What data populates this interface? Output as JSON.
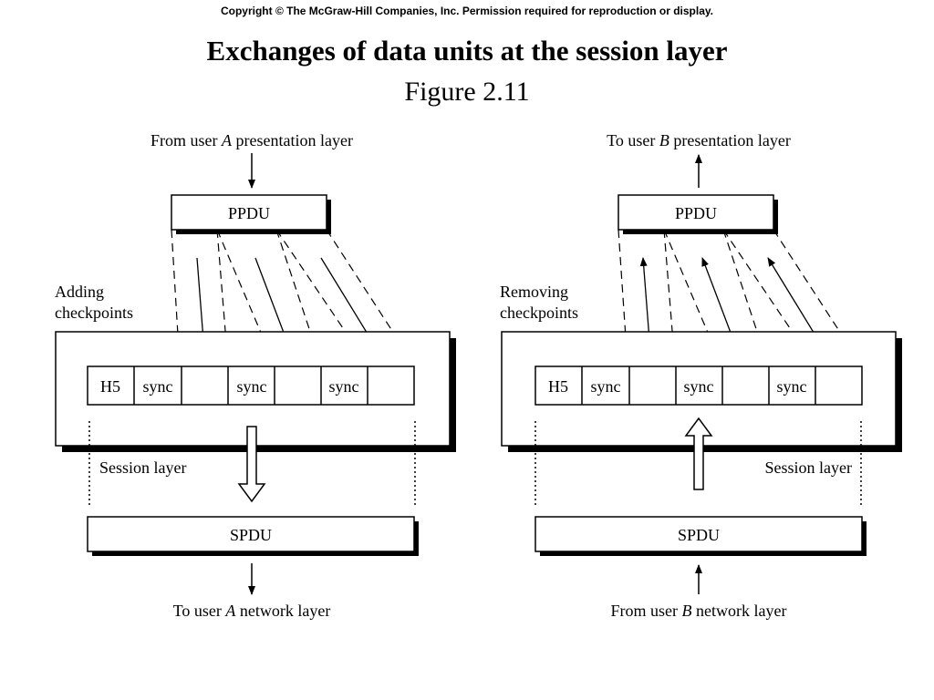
{
  "header": {
    "copyright": "Copyright © The McGraw-Hill Companies, Inc. Permission required for reproduction or display.",
    "title": "Exchanges of data units at the session layer",
    "figure": "Figure 2.11"
  },
  "left": {
    "top_label": {
      "pre": "From user ",
      "user": "A",
      "post": " presentation layer"
    },
    "ppdu": "PPDU",
    "side_label": [
      "Adding",
      "checkpoints"
    ],
    "cells": [
      "H5",
      "sync",
      "",
      "sync",
      "",
      "sync",
      ""
    ],
    "session_label": "Session layer",
    "spdu": "SPDU",
    "bottom_label": {
      "pre": "To user ",
      "user": "A",
      "post": " network layer"
    }
  },
  "right": {
    "top_label": {
      "pre": "To user ",
      "user": "B",
      "post": " presentation layer"
    },
    "ppdu": "PPDU",
    "side_label": [
      "Removing",
      "checkpoints"
    ],
    "cells": [
      "H5",
      "sync",
      "",
      "sync",
      "",
      "sync",
      ""
    ],
    "session_label": "Session layer",
    "spdu": "SPDU",
    "bottom_label": {
      "pre": "From user ",
      "user": "B",
      "post": " network layer"
    }
  }
}
